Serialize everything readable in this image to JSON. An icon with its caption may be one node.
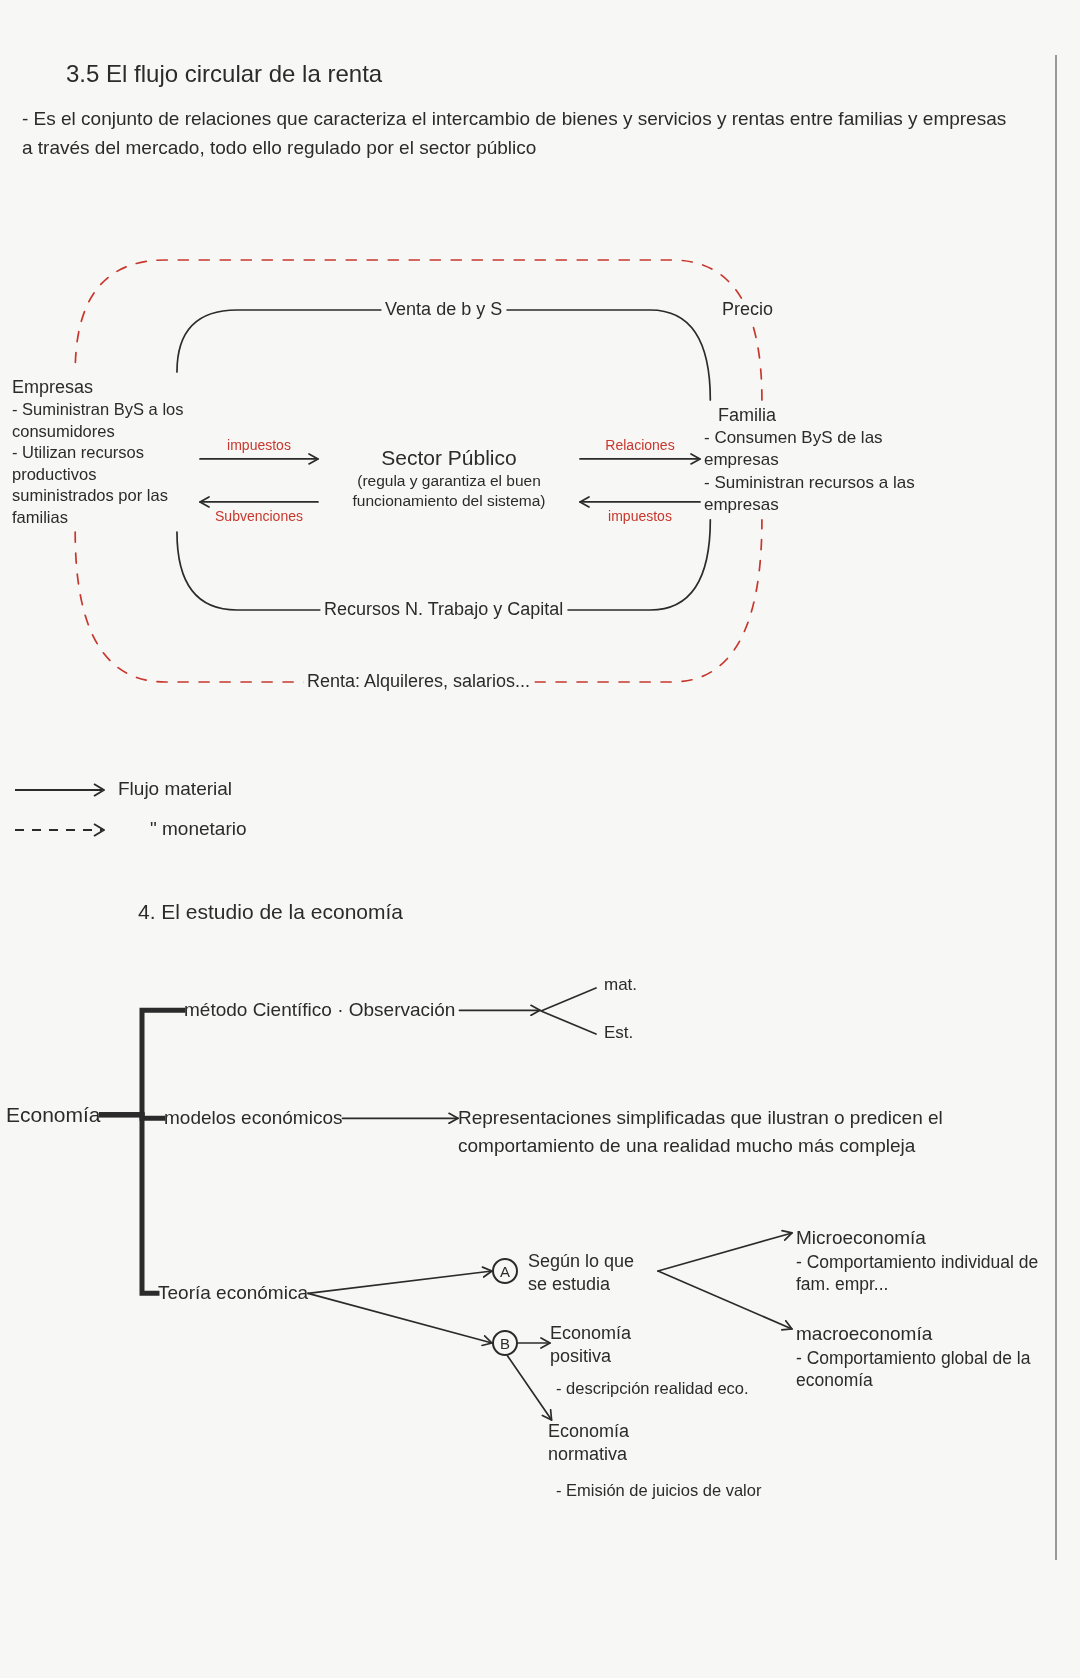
{
  "diagram": {
    "title": "3.5 El flujo circular de la renta",
    "nodes": [
      {
        "text": [
          "Empresas",
          "- Suministran ByS a los consumidores",
          "- Utilizan recursos productivos suministrados por las familias"
        ]
      },
      {
        "text": [
          "Sector Público",
          "(regula y garantiza el buen funcionamiento del sistema)"
        ]
      },
      {
        "text": [
          "Familia",
          "- Consumen ByS de las empresas",
          "- Suministran recursos a las empresas"
        ]
      },
      {
        "text": [
          "Economía"
        ]
      },
      {
        "text": [
          "método Científico · Observación"
        ]
      },
      {
        "text": [],
        "shape": "bracket"
      },
      {
        "text": [
          "modelos económicos"
        ]
      },
      {
        "text": [
          "Representaciones simplificadas que ilustran o predicen el comportamiento de una realidad mucho más compleja"
        ]
      },
      {
        "text": [
          "Teoría económica"
        ]
      },
      {
        "text": [
          "A"
        ]
      },
      {
        "text": [
          "Según lo que se estudia"
        ]
      },
      {
        "text": [
          "Microeconomía",
          "- Comportamiento individual de fam. empr..."
        ]
      },
      {
        "text": [
          "macroeconomía",
          "- Comportamiento global de la economía"
        ]
      },
      {
        "text": [
          "B"
        ]
      },
      {
        "text": [
          "Economía positiva"
        ],
        "beside": [
          "- descripción realidad eco."
        ]
      },
      {
        "text": [
          "Economía normativa"
        ],
        "beside": [
          "- Emisión de juicios de valor"
        ]
      }
    ],
    "edges": [
      {
        "from": 0,
        "to": 2,
        "arrow": "none",
        "label": "Venta de b y S"
      },
      {
        "from": 2,
        "to": 0,
        "arrow": "none",
        "label": "Recursos N. Trabajo y Capital"
      },
      {
        "from": 2,
        "to": 0,
        "arrow": "none",
        "label": "Precio",
        "style": "dashed",
        "color": "#c8372d"
      },
      {
        "from": 0,
        "to": 2,
        "arrow": "none",
        "label": "Renta: Alquileres, salarios...",
        "style": "dashed",
        "color": "#c8372d"
      },
      {
        "from": 0,
        "to": 1,
        "arrow": "to",
        "label": "impuestos"
      },
      {
        "from": 1,
        "to": 0,
        "arrow": "to",
        "label": "Subvenciones"
      },
      {
        "from": 1,
        "to": 2,
        "arrow": "to",
        "label": "Relaciones"
      },
      {
        "from": 2,
        "to": 1,
        "arrow": "to",
        "label": "impuestos"
      },
      {
        "from": 3,
        "to": 4,
        "arrow": "none",
        "style": "thick"
      },
      {
        "from": 3,
        "to": 6,
        "arrow": "none",
        "style": "thick"
      },
      {
        "from": 3,
        "to": 8,
        "arrow": "none",
        "style": "thick"
      },
      {
        "from": 4,
        "to": 5,
        "arrow": "to"
      },
      {
        "from": 6,
        "to": 7,
        "arrow": "to"
      },
      {
        "from": 8,
        "to": 9,
        "arrow": "to"
      },
      {
        "from": 8,
        "to": 13,
        "arrow": "to"
      },
      {
        "from": 10,
        "to": 11,
        "arrow": "to"
      },
      {
        "from": 10,
        "to": 12,
        "arrow": "to"
      },
      {
        "from": 13,
        "to": 14,
        "arrow": "to"
      },
      {
        "from": 13,
        "to": 15,
        "arrow": "to"
      }
    ],
    "labels": [
      "- Es el conjunto de relaciones que caracteriza el intercambio de bienes y servicios y rentas entre familias y empresas a través del mercado, todo ello regulado por el sector público",
      "4. El estudio de la economía",
      "mat.",
      "Est."
    ],
    "legend": [
      {
        "text": "Flujo material"
      },
      {
        "text": "\" monetario"
      }
    ]
  }
}
